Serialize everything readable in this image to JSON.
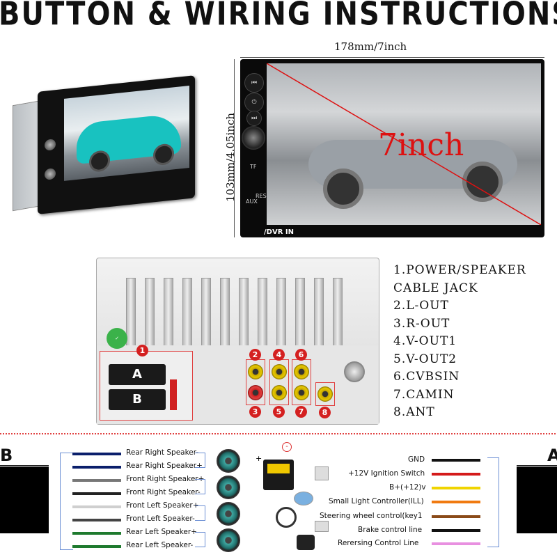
{
  "header": {
    "title": "BUTTON & WIRING INSTRUCTIONS"
  },
  "big_unit": {
    "width_label": "178mm/7inch",
    "height_label": "103mm/4.05inch",
    "size_label": "7inch",
    "dvr_label": "/DVR IN",
    "tf_label": "TF",
    "aux_label": "AUX",
    "res_label": "RES"
  },
  "back_panel": {
    "connector_a": "A",
    "connector_b": "B",
    "ports": [
      "1",
      "2",
      "3",
      "4",
      "5",
      "6",
      "7",
      "8"
    ]
  },
  "legend": [
    "1.POWER/SPEAKER",
    "CABLE JACK",
    "2.L-OUT",
    "3.R-OUT",
    "4.V-OUT1",
    "5.V-OUT2",
    "6.CVBSIN",
    "7.CAMIN",
    "8.ANT"
  ],
  "wiring": {
    "left_plug": "B",
    "right_plug": "A",
    "left_wires": [
      {
        "label": "Rear Right Speaker-",
        "color": "#0a1f6b"
      },
      {
        "label": "Rear Right Speaker+",
        "color": "#0a1f6b"
      },
      {
        "label": "Front Right Speaker+",
        "color": "#777777"
      },
      {
        "label": "Front Right Speaker-",
        "color": "#222222"
      },
      {
        "label": "Front Left Speaker+",
        "color": "#cfcfcf"
      },
      {
        "label": "Front Left Speaker-",
        "color": "#444444"
      },
      {
        "label": "Rear Left Speaker+",
        "color": "#1e7a2e"
      },
      {
        "label": "Rear Left Speaker-",
        "color": "#1e7a2e"
      }
    ],
    "right_wires": [
      {
        "label": "GND",
        "color": "#111111"
      },
      {
        "label": "+12V Ignition Switch",
        "color": "#d41a1a"
      },
      {
        "label": "B+(+12)v",
        "color": "#f0d400"
      },
      {
        "label": "Small Light Controller(ILL)",
        "color": "#f07a10"
      },
      {
        "label": "Steering wheel control(key1",
        "color": "#8a4a18"
      },
      {
        "label": "Brake control line",
        "color": "#111111"
      },
      {
        "label": "Rerersing Control Line",
        "color": "#e890e0"
      }
    ],
    "battery_plus": "+",
    "battery_minus": "-"
  }
}
